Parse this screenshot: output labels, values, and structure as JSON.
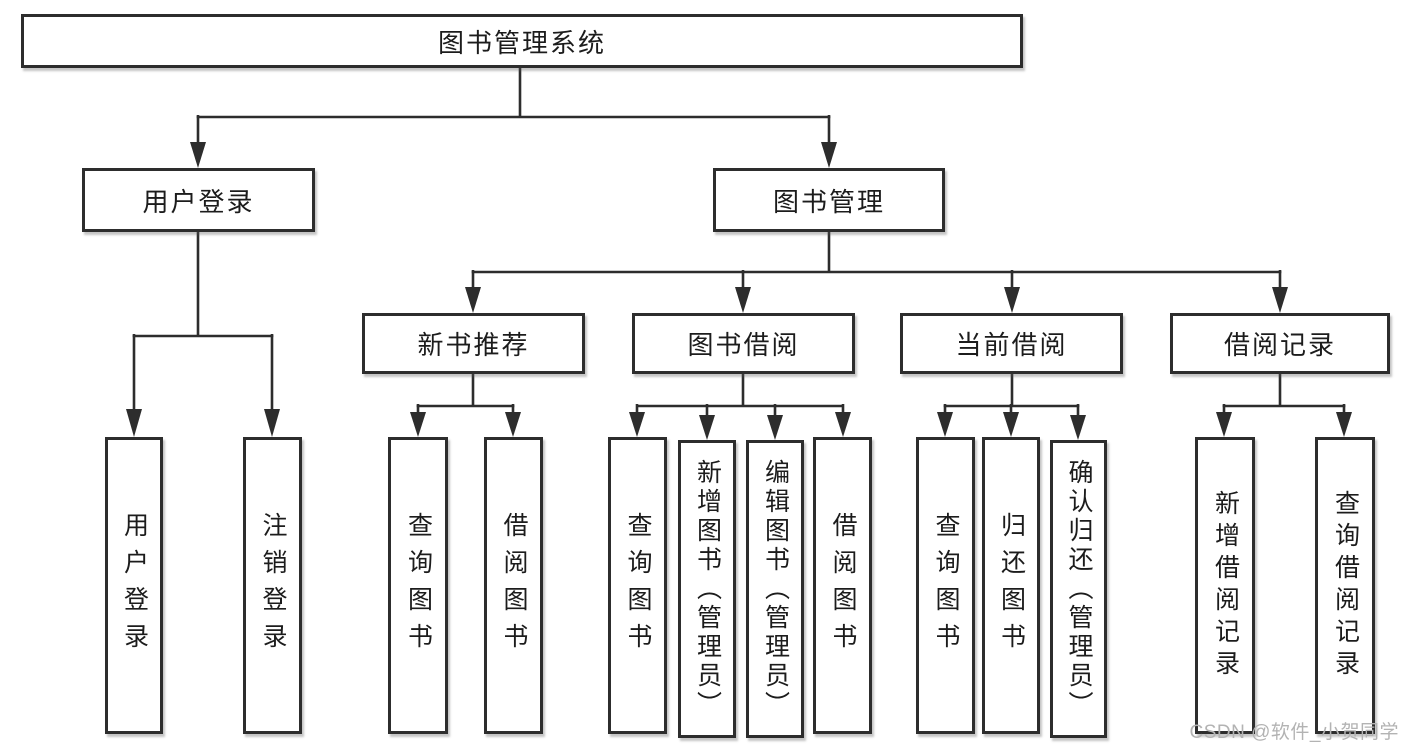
{
  "tree": {
    "label": "图书管理系统",
    "children": [
      {
        "label": "用户登录",
        "children": [
          {
            "label": "用户登录"
          },
          {
            "label": "注销登录"
          }
        ]
      },
      {
        "label": "图书管理",
        "children": [
          {
            "label": "新书推荐",
            "children": [
              {
                "label": "查询图书"
              },
              {
                "label": "借阅图书"
              }
            ]
          },
          {
            "label": "图书借阅",
            "children": [
              {
                "label": "查询图书"
              },
              {
                "label": "新增图书（管理员）"
              },
              {
                "label": "编辑图书（管理员）"
              },
              {
                "label": "借阅图书"
              }
            ]
          },
          {
            "label": "当前借阅",
            "children": [
              {
                "label": "查询图书"
              },
              {
                "label": "归还图书"
              },
              {
                "label": "确认归还（管理员）"
              }
            ]
          },
          {
            "label": "借阅记录",
            "children": [
              {
                "label": "新增借阅记录"
              },
              {
                "label": "查询借阅记录"
              }
            ]
          }
        ]
      }
    ]
  },
  "watermark": {
    "text": "CSDN @软件_小贺同学"
  },
  "colors": {
    "line": "#2d2d2d",
    "box_border": "#2d2d2d",
    "background": "#ffffff",
    "text": "#1c1c1c",
    "watermark": "#b3b3b3"
  }
}
